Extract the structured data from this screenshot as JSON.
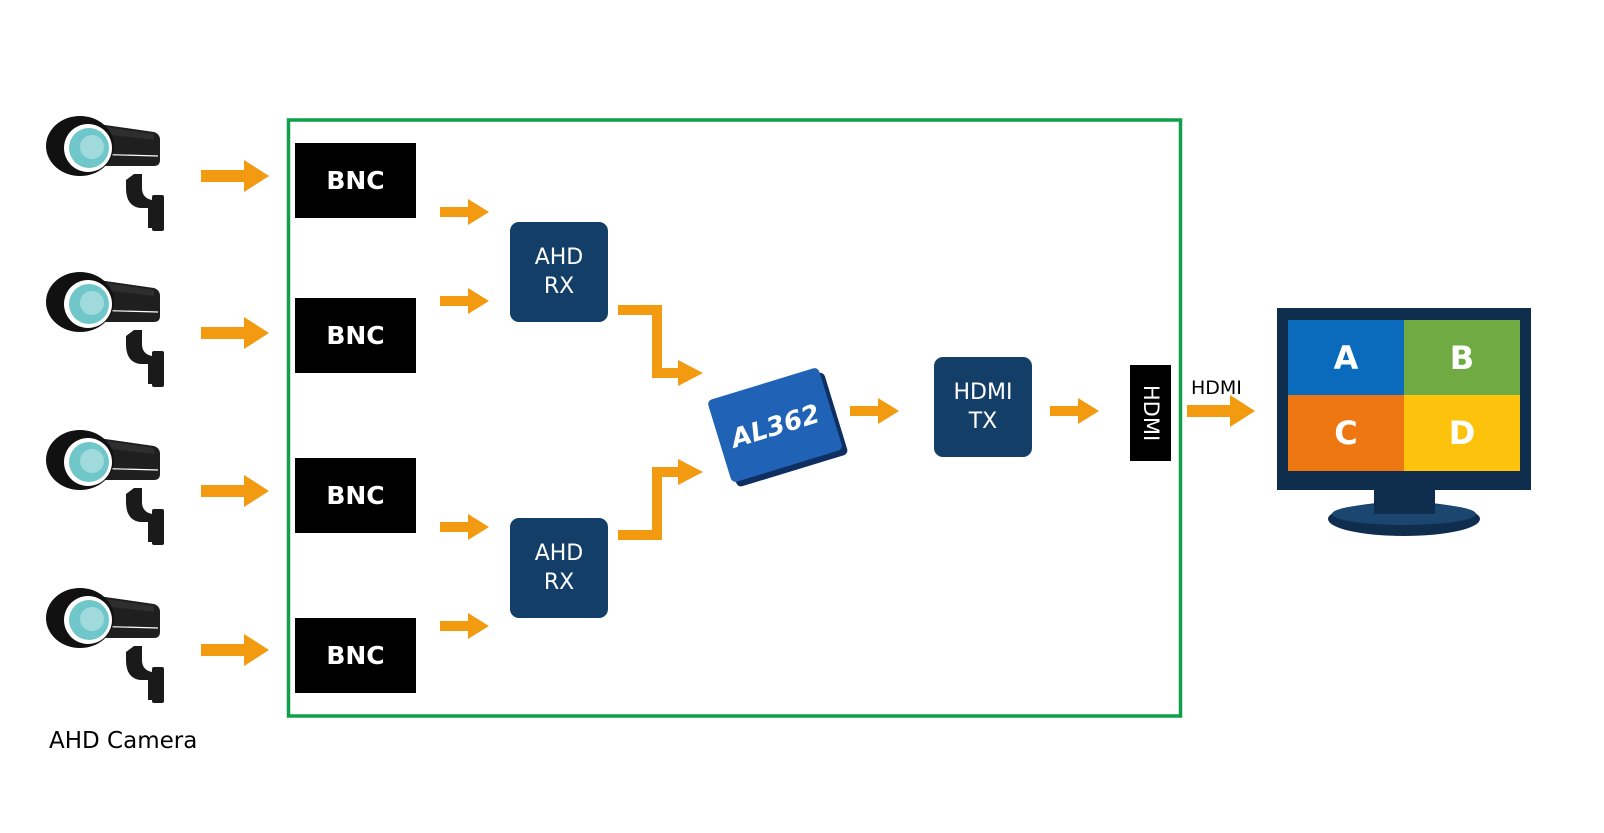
{
  "camera_label": "AHD Camera",
  "bnc_labels": [
    "BNC",
    "BNC",
    "BNC",
    "BNC"
  ],
  "ahd_rx": [
    {
      "line1": "AHD",
      "line2": "RX"
    },
    {
      "line1": "AHD",
      "line2": "RX"
    }
  ],
  "chip_label": "AL362",
  "hdmi_tx": {
    "line1": "HDMI",
    "line2": "TX"
  },
  "hdmi_port_label": "HDMI",
  "hdmi_link_label": "HDMI",
  "monitor_quadrants": [
    "A",
    "B",
    "C",
    "D"
  ],
  "colors": {
    "arrow": "#f29a10",
    "board_border": "#10a04a",
    "block_blue": "#133e68",
    "chip_blue": "#1f62b6",
    "quad_a": "#0a6bbd",
    "quad_b": "#6fab42",
    "quad_c": "#ee7712",
    "quad_d": "#fdc20b",
    "monitor_frame": "#0f2e4e",
    "camera_lens": "#6fc7c9"
  }
}
